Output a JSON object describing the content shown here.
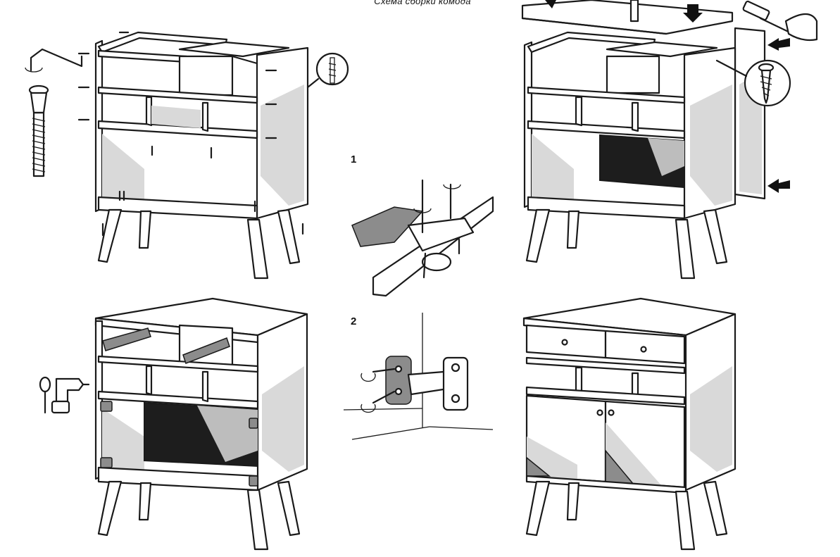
{
  "header": {
    "title": "Схема сборки комода"
  },
  "steps": [
    {
      "label": "1"
    },
    {
      "label": "2"
    }
  ],
  "icons": {
    "wrench": "hex-key-icon",
    "screw": "screw-icon",
    "hammer": "hammer-icon",
    "screwdriver": "screwdriver-icon",
    "drill": "drill-icon",
    "hinge": "hinge-icon",
    "arrow": "arrow-icon"
  },
  "colors": {
    "ink": "#1a1a1a",
    "light_shade": "#d9d9d9",
    "mid_shade": "#8c8c8c",
    "dark_panel": "#1d1d1d"
  }
}
